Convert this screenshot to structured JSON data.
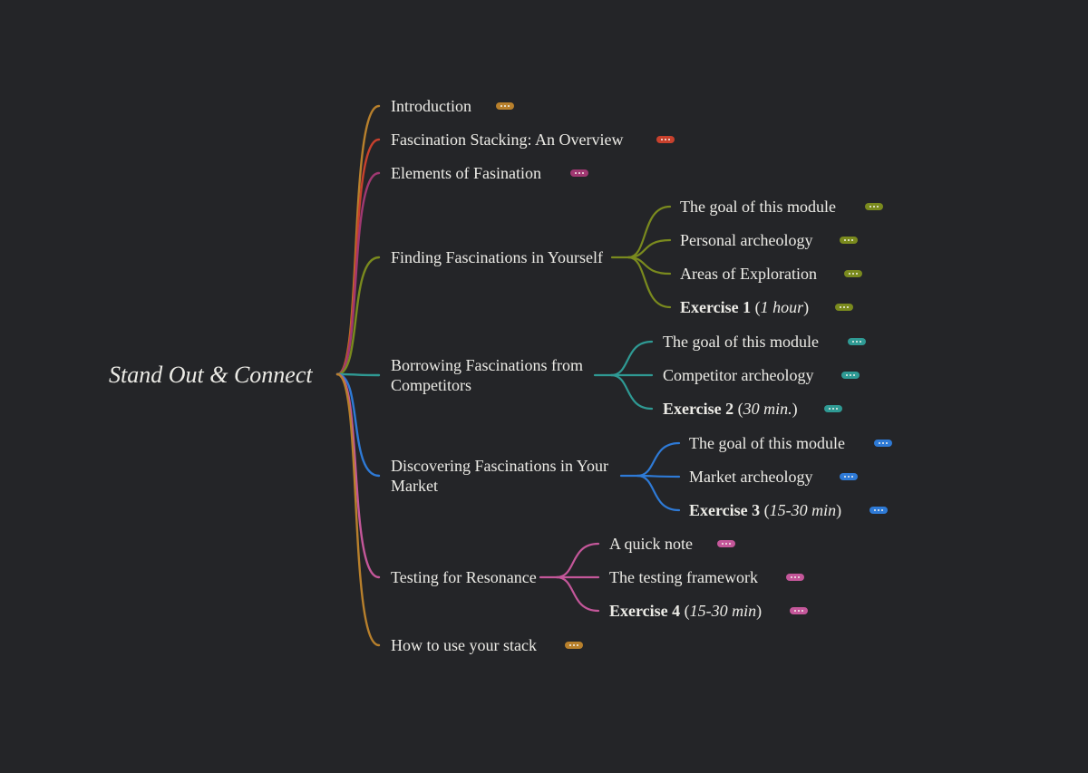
{
  "map": {
    "root": "Stand Out & Connect",
    "colors": {
      "orange": "#b8802c",
      "red": "#c8412d",
      "magenta": "#a03872",
      "olive": "#7a8a1e",
      "teal": "#2f9a94",
      "blue": "#2e7ad6",
      "pink": "#c4579a"
    },
    "branches": [
      {
        "label": "Introduction",
        "color": "orange"
      },
      {
        "label": "Fascination Stacking: An Overview",
        "color": "red"
      },
      {
        "label": "Elements of Fasination",
        "color": "magenta"
      },
      {
        "label": "Finding Fascinations in Yourself",
        "color": "olive",
        "children": [
          {
            "label": "The goal of this module"
          },
          {
            "label": "Personal archeology"
          },
          {
            "label": "Areas of Exploration"
          },
          {
            "bold": "Exercise 1",
            "italic": "1 hour"
          }
        ]
      },
      {
        "label": "Borrowing Fascinations from Competitors",
        "color": "teal",
        "children": [
          {
            "label": "The goal of this module"
          },
          {
            "label": "Competitor archeology"
          },
          {
            "bold": "Exercise 2",
            "italic": "30 min."
          }
        ]
      },
      {
        "label": "Discovering Fascinations in Your Market",
        "color": "blue",
        "children": [
          {
            "label": "The goal of this module"
          },
          {
            "label": "Market archeology"
          },
          {
            "bold": "Exercise 3",
            "italic": "15-30 min"
          }
        ]
      },
      {
        "label": "Testing for Resonance",
        "color": "pink",
        "children": [
          {
            "label": "A quick note"
          },
          {
            "label": "The testing framework"
          },
          {
            "bold": "Exercise 4",
            "italic": "15-30 min"
          }
        ]
      },
      {
        "label": "How to use your stack",
        "color": "orange"
      }
    ]
  }
}
